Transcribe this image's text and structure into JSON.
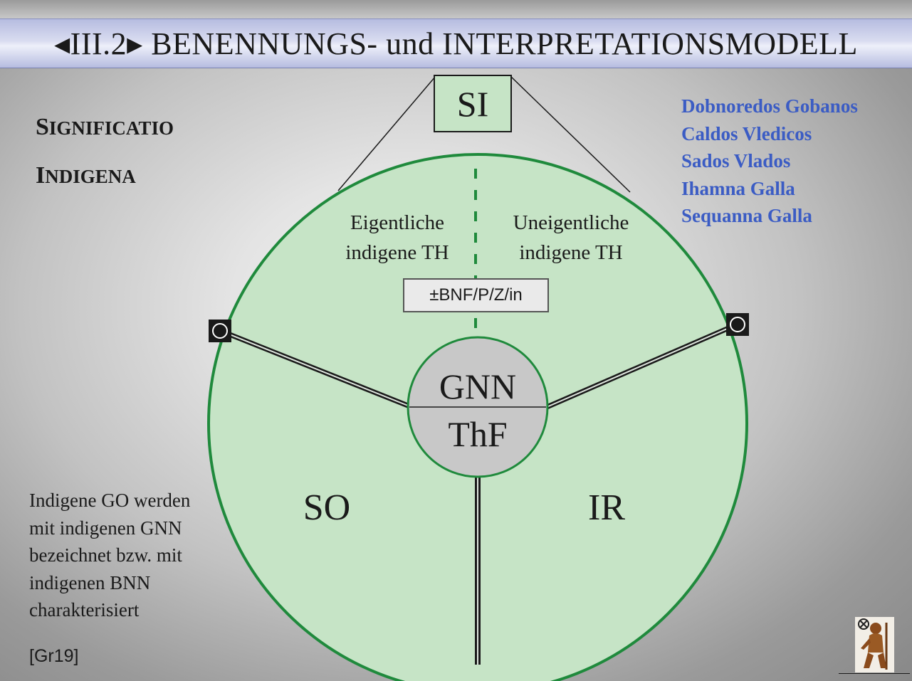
{
  "title": "◂III.2▸ BENENNUNGS- und INTERPRETATIONSMODELL",
  "heading": {
    "line1_cap": "S",
    "line1_rest": "IGNIFICATIO",
    "line2_cap": "I",
    "line2_rest": "NDIGENA"
  },
  "names": [
    "Dobnoredos Gobanos",
    "Caldos Vledicos",
    "Sados Vlados",
    "Ihamna Galla",
    "Sequanna Galla"
  ],
  "description": [
    "Indigene GO werden",
    "mit indigenen GNN",
    "bezeichnet bzw. mit",
    "indigenen BNN",
    "charakterisiert"
  ],
  "reference": "[Gr19]",
  "diagram": {
    "top_box": "SI",
    "left_upper": [
      "Eigentliche",
      "indigene TH"
    ],
    "right_upper": [
      "Uneigentliche",
      "indigene TH"
    ],
    "middle_box": "±BNF/P/Z/in",
    "center_top": "GNN",
    "center_bottom": "ThF",
    "left_sector": "SO",
    "right_sector": "IR"
  },
  "colors": {
    "circle_fill": "#c6e4c6",
    "circle_stroke": "#1f8a3c",
    "names_text": "#3b5cc4",
    "center_fill": "#c8c8c8"
  },
  "icons": {
    "left_node": "circle-node-icon",
    "right_node": "circle-node-icon",
    "logo": "figure-logo-icon"
  }
}
